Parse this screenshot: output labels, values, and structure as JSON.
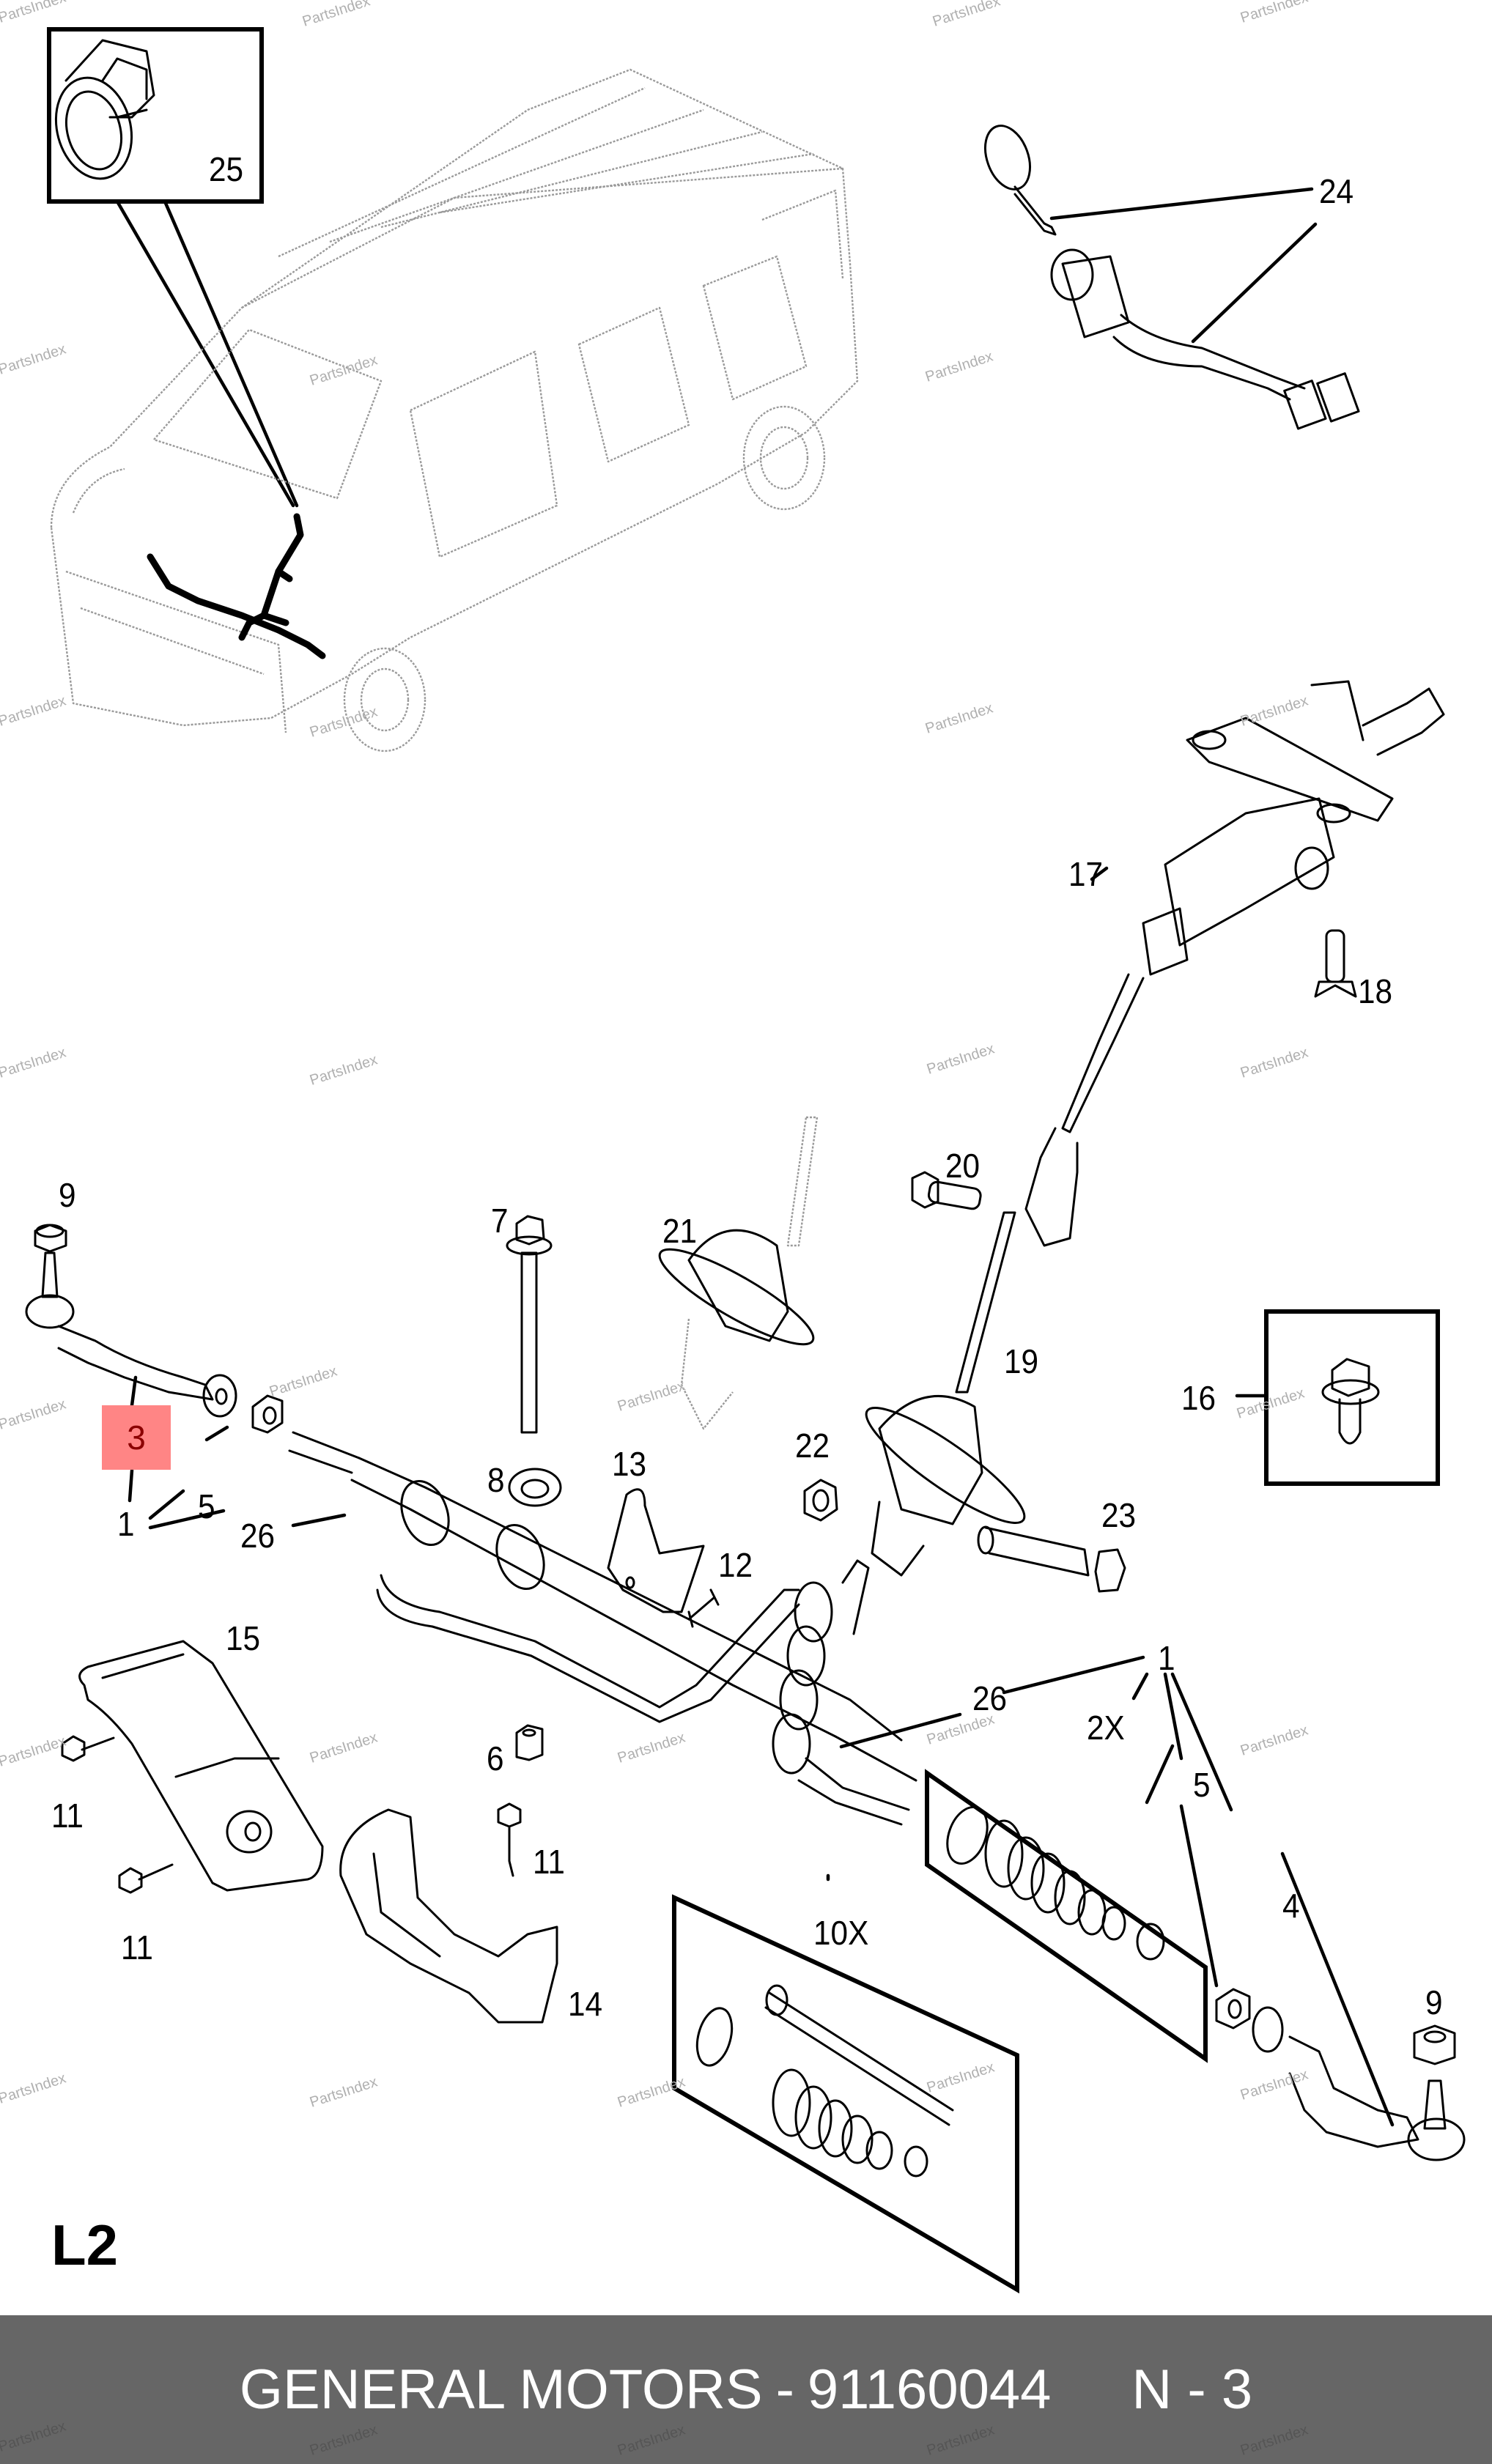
{
  "diagram": {
    "section_code": "L2",
    "highlighted_callout": "3",
    "highlight_color": "#ff8585",
    "highlight_text_color": "#8b0000",
    "callouts": [
      {
        "id": "25",
        "label": "25",
        "part": "connector"
      },
      {
        "id": "24",
        "label": "24",
        "part": "ignition-key-and-lock-cylinder"
      },
      {
        "id": "17",
        "label": "17",
        "part": "steering-column"
      },
      {
        "id": "18",
        "label": "18",
        "part": "bolt"
      },
      {
        "id": "20",
        "label": "20",
        "part": "bolt"
      },
      {
        "id": "9a",
        "label": "9",
        "part": "lock-nut"
      },
      {
        "id": "7",
        "label": "7",
        "part": "long-bolt"
      },
      {
        "id": "21",
        "label": "21",
        "part": "steering-shaft-boot"
      },
      {
        "id": "19",
        "label": "19",
        "part": "intermediate-shaft-boot"
      },
      {
        "id": "16",
        "label": "16",
        "part": "bolt"
      },
      {
        "id": "3",
        "label": "3",
        "part": "tie-rod-end-left"
      },
      {
        "id": "22",
        "label": "22",
        "part": "flange-nut"
      },
      {
        "id": "8",
        "label": "8",
        "part": "washer"
      },
      {
        "id": "13",
        "label": "13",
        "part": "bracket"
      },
      {
        "id": "23",
        "label": "23",
        "part": "stud-bolt"
      },
      {
        "id": "5a",
        "label": "5",
        "part": "jam-nut"
      },
      {
        "id": "1a",
        "label": "1",
        "part": "steering-gear-assembly"
      },
      {
        "id": "26a",
        "label": "26",
        "part": "tie-rod"
      },
      {
        "id": "12",
        "label": "12",
        "part": "clip"
      },
      {
        "id": "15",
        "label": "15",
        "part": "heat-shield"
      },
      {
        "id": "1b",
        "label": "1",
        "part": "steering-gear-assembly"
      },
      {
        "id": "26b",
        "label": "26",
        "part": "tie-rod"
      },
      {
        "id": "6",
        "label": "6",
        "part": "nut"
      },
      {
        "id": "11a",
        "label": "11",
        "part": "screw"
      },
      {
        "id": "2X",
        "label": "2X",
        "part": "boot-kit"
      },
      {
        "id": "11b",
        "label": "11",
        "part": "screw"
      },
      {
        "id": "5b",
        "label": "5",
        "part": "jam-nut"
      },
      {
        "id": "11c",
        "label": "11",
        "part": "screw"
      },
      {
        "id": "4",
        "label": "4",
        "part": "tie-rod-end-right"
      },
      {
        "id": "10X",
        "label": "10X",
        "part": "inner-tie-rod-kit"
      },
      {
        "id": "14",
        "label": "14",
        "part": "heat-shield"
      },
      {
        "id": "9b",
        "label": "9",
        "part": "lock-nut"
      }
    ],
    "watermark": "PartsIndex"
  },
  "footer": {
    "brand": "GENERAL MOTORS",
    "separator": "-",
    "part_number": "91160044",
    "position_label": "N - 3",
    "background": "#666666",
    "text_color": "#ffffff"
  }
}
